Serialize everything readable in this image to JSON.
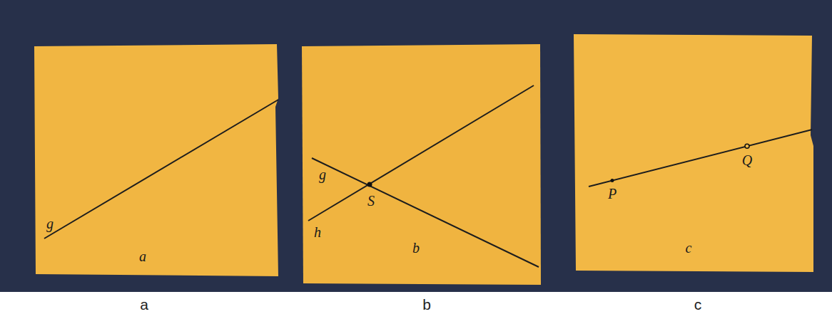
{
  "diagram": {
    "nodes": [
      {
        "text": [
          "g",
          "a"
        ]
      },
      {
        "text": [
          "g",
          "S",
          "h",
          "b"
        ]
      },
      {
        "text": [
          "P",
          "Q",
          "c"
        ]
      }
    ],
    "labels": [
      "a",
      "b",
      "c"
    ]
  }
}
